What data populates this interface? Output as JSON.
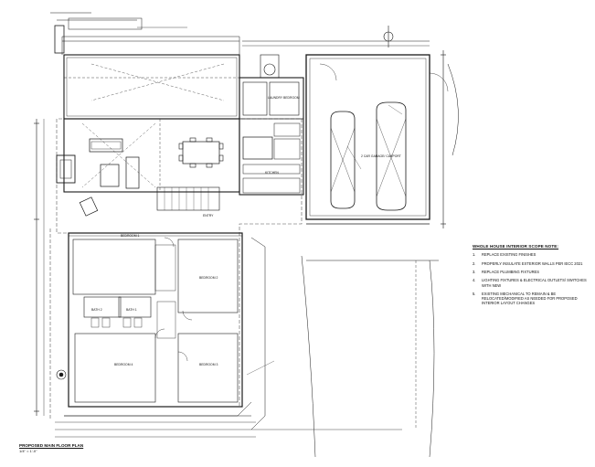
{
  "drawing": {
    "title": "PROPOSED MAIN FLOOR PLAN",
    "scale": "1/4\" = 1'-0\""
  },
  "rooms": {
    "laundry": "LAUNDRY BEDROOM",
    "kitchen": "KITCHEN",
    "entry": "ENTRY",
    "bedroom1": "BEDROOM 1",
    "bedroom2": "BEDROOM 2",
    "bedroom3": "BEDROOM 3",
    "bedroom4": "BEDROOM 4",
    "bath1": "BATH 1",
    "bath2": "BATH 2",
    "garage": "2 CAR GARAGE/ CARPORT"
  },
  "scope_notes": {
    "title": "WHOLE HOUSE INTERIOR SCOPE NOTE:",
    "items": [
      {
        "num": "1.",
        "text": "REPLACE EXISTING FINISHES"
      },
      {
        "num": "2.",
        "text": "PROPERLY INSULATE EXTERIOR WALLS PER IECC 2021"
      },
      {
        "num": "3.",
        "text": "REPLACE PLUMBING FIXTURES"
      },
      {
        "num": "4.",
        "text": "LIGHTING FIXTURES & ELECTRICAL OUTLETS/ SWITCHES WITH NEW"
      },
      {
        "num": "5.",
        "text": "EXISTING MECHANICAL TO REMAIN & BE RELOCATED/MODIFIED AS NEEDED FOR PROPOSED INTERIOR LAYOUT CHANGES"
      }
    ]
  },
  "colors": {
    "line": "#1a1a1a",
    "light": "#777777",
    "dashed": "#555555"
  }
}
